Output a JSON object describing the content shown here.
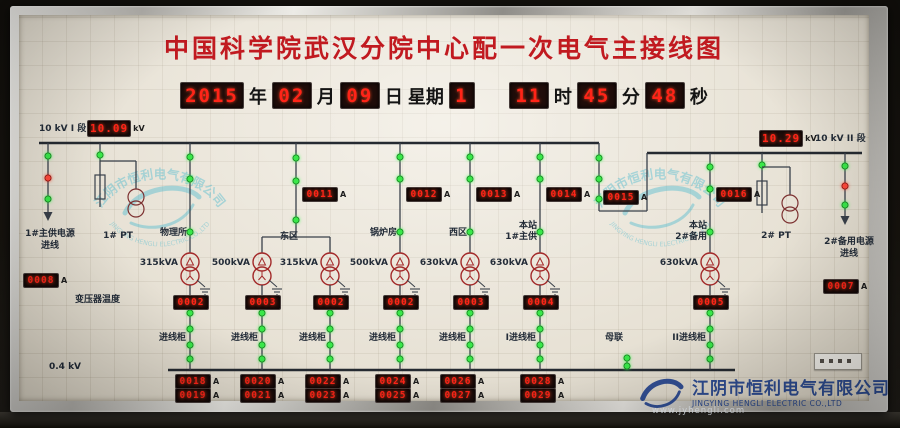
{
  "title": "中国科学院武汉分院中心配一次电气主接线图",
  "clock": {
    "year": "2015",
    "month": "02",
    "day": "09",
    "week": "1",
    "hour": "11",
    "minute": "45",
    "second": "48",
    "labels": {
      "year": "年",
      "month": "月",
      "day": "日",
      "week": "星期",
      "hour": "时",
      "minute": "分",
      "second": "秒"
    }
  },
  "units": {
    "a": "A",
    "kv": "kV"
  },
  "hv_bus": {
    "left_label": "10 kV I 段",
    "left_voltage": "10.09",
    "right_voltage": "10.29",
    "right_label": "10 kV II 段"
  },
  "lv_bus": {
    "label": "0.4 kV"
  },
  "temperature_row_label": "变压器温度",
  "incoming_left": {
    "name": [
      "1#主供电源",
      "进线"
    ],
    "current": "0008"
  },
  "incoming_right": {
    "name": [
      "2#备用电源",
      "进线"
    ],
    "current": "0007"
  },
  "pt_left": {
    "name": "1# PT"
  },
  "pt_right": {
    "name": "2# PT"
  },
  "bus_tie_ammeter": "0015",
  "lv_tie": {
    "label": "母联"
  },
  "hv_feeders": [
    {
      "name": "物理所",
      "ammeter": null
    },
    {
      "name": "东区",
      "ammeter": "0011"
    },
    {
      "name": "锅炉房",
      "ammeter": "0012"
    },
    {
      "name": "西区",
      "ammeter": "0013"
    },
    {
      "name": [
        "本站",
        "1#主供"
      ],
      "ammeter": "0014"
    },
    {
      "name": [
        "本站",
        "2#备用"
      ],
      "ammeter": "0016"
    }
  ],
  "transformers": [
    {
      "kva": "315kVA",
      "temp": "0002",
      "cabinet": "进线柜",
      "lv_currents": [
        "0018",
        "0019"
      ]
    },
    {
      "kva": "500kVA",
      "temp": "0003",
      "cabinet": "进线柜",
      "lv_currents": [
        "0020",
        "0021"
      ]
    },
    {
      "kva": "315kVA",
      "temp": "0002",
      "cabinet": "进线柜",
      "lv_currents": [
        "0022",
        "0023"
      ]
    },
    {
      "kva": "500kVA",
      "temp": "0002",
      "cabinet": "进线柜",
      "lv_currents": [
        "0024",
        "0025"
      ]
    },
    {
      "kva": "630kVA",
      "temp": "0003",
      "cabinet": "进线柜",
      "lv_currents": [
        "0026",
        "0027"
      ]
    },
    {
      "kva": "630kVA",
      "temp": "0004",
      "cabinet": "I进线柜",
      "lv_currents": [
        "0028",
        "0029"
      ]
    },
    {
      "kva": "630kVA",
      "temp": "0005",
      "cabinet": "II进线柜",
      "lv_currents": null
    }
  ],
  "brand": {
    "company_cn": "江阴市恒利电气有限公司",
    "company_en": "JINGYING HENGLI ELECTRIC CO.,LTD",
    "website": "www.jyhengli.com"
  }
}
